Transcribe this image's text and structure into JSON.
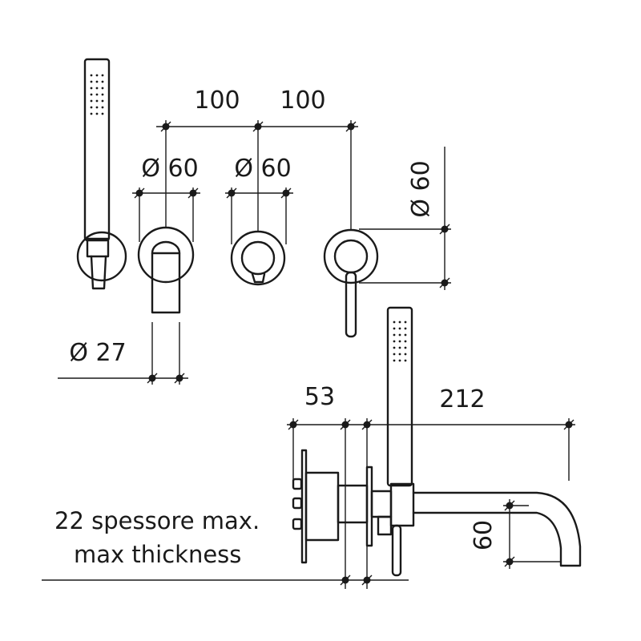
{
  "dimensions": {
    "spacing_1": "100",
    "spacing_2": "100",
    "diameter_1": "Ø 60",
    "diameter_2": "Ø 60",
    "diameter_3": "Ø 60",
    "diameter_spout": "Ø 27",
    "depth": "53",
    "spout_length": "212",
    "spout_height": "60"
  },
  "note": {
    "line1": "22 spessore max.",
    "line2": "max thickness"
  }
}
